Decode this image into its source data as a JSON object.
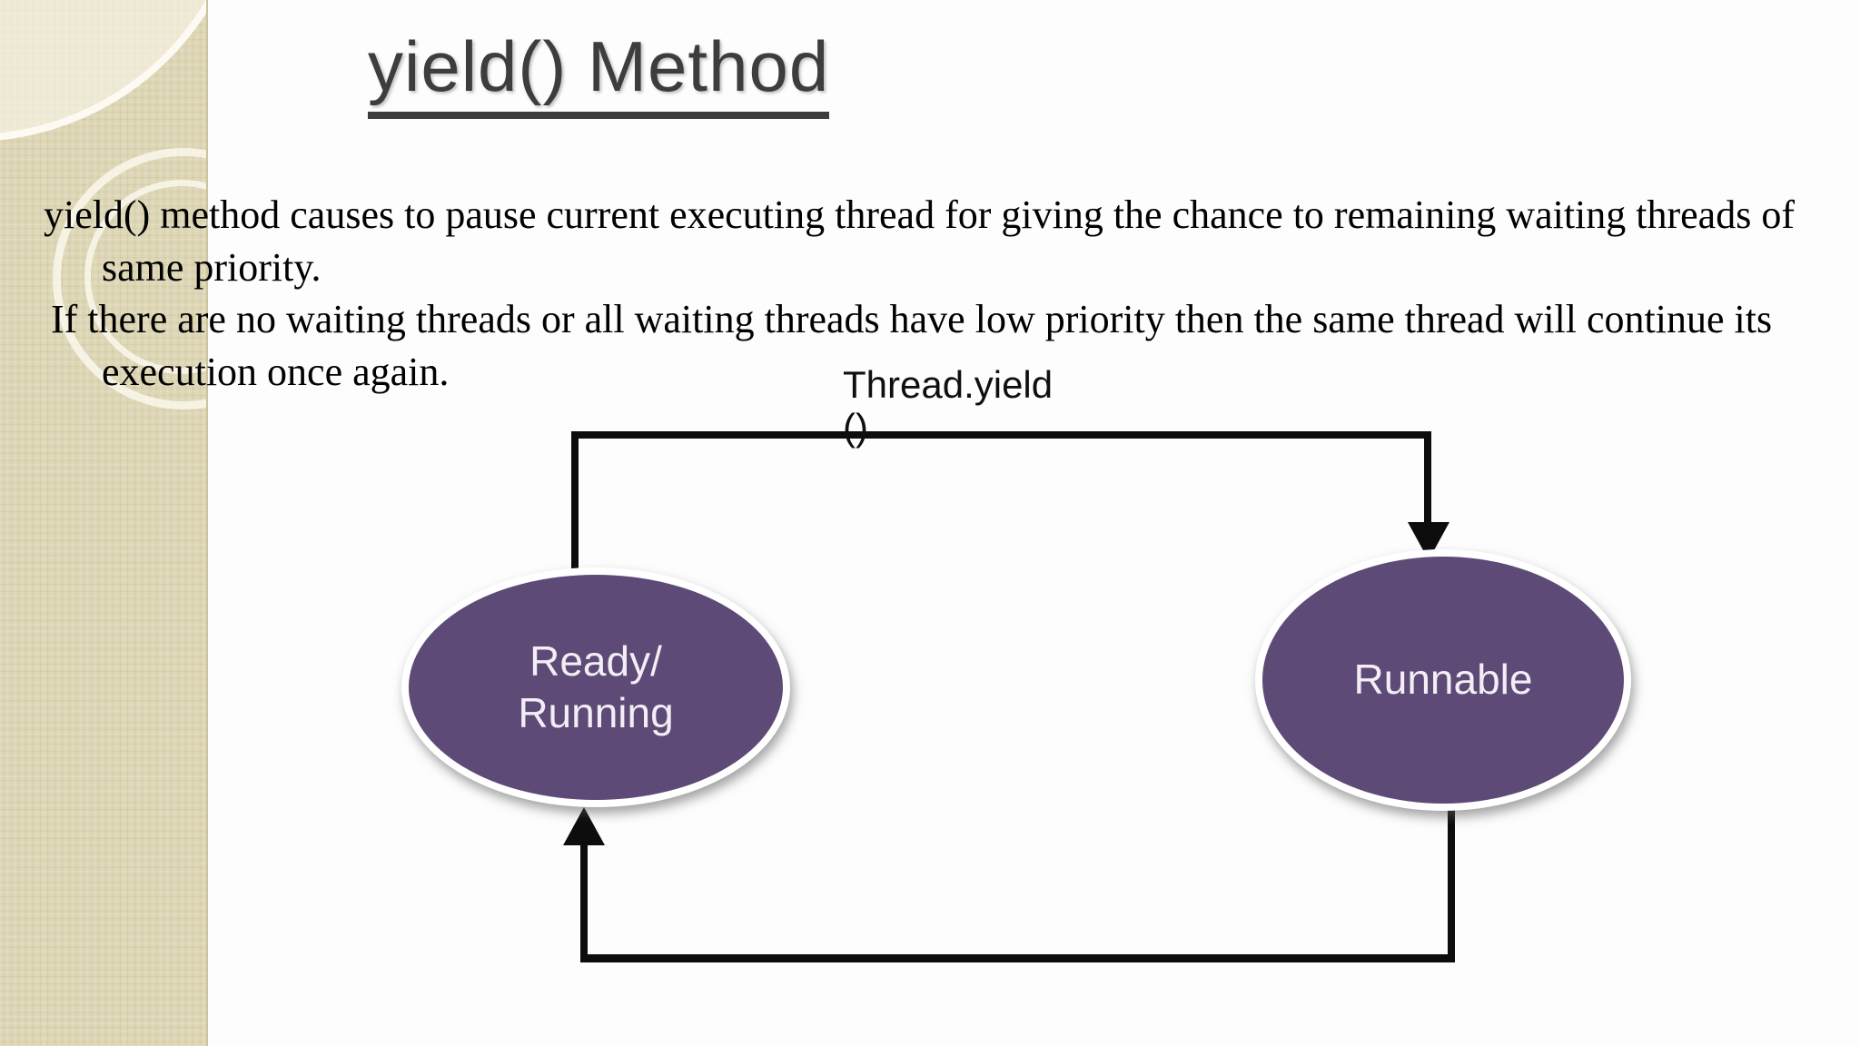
{
  "slide": {
    "title": "yield() Method",
    "paragraphs": [
      "yield() method causes to pause current executing thread for giving the chance to remaining waiting threads of same priority.",
      "If there are no waiting threads or all waiting threads have low priority then the same thread will continue its execution once again."
    ]
  },
  "diagram": {
    "callout": {
      "line1": "Thread.yield",
      "line2": "()"
    },
    "node_left": {
      "line1": "Ready/",
      "line2": "Running"
    },
    "node_right": {
      "label": "Runnable"
    },
    "transitions": [
      {
        "from": "Ready/Running",
        "to": "Runnable",
        "label": "Thread.yield ()"
      },
      {
        "from": "Runnable",
        "to": "Ready/Running",
        "label": ""
      }
    ]
  },
  "colors": {
    "node_fill": "#5e4a76",
    "node_border": "#ffffff",
    "node_text": "#f2eef6",
    "edge": "#0d0d0d",
    "sidebar_base": "#ded7b5",
    "title_text": "#3d3d3d",
    "body_text": "#000000",
    "slide_background": "#fdfdfd"
  }
}
